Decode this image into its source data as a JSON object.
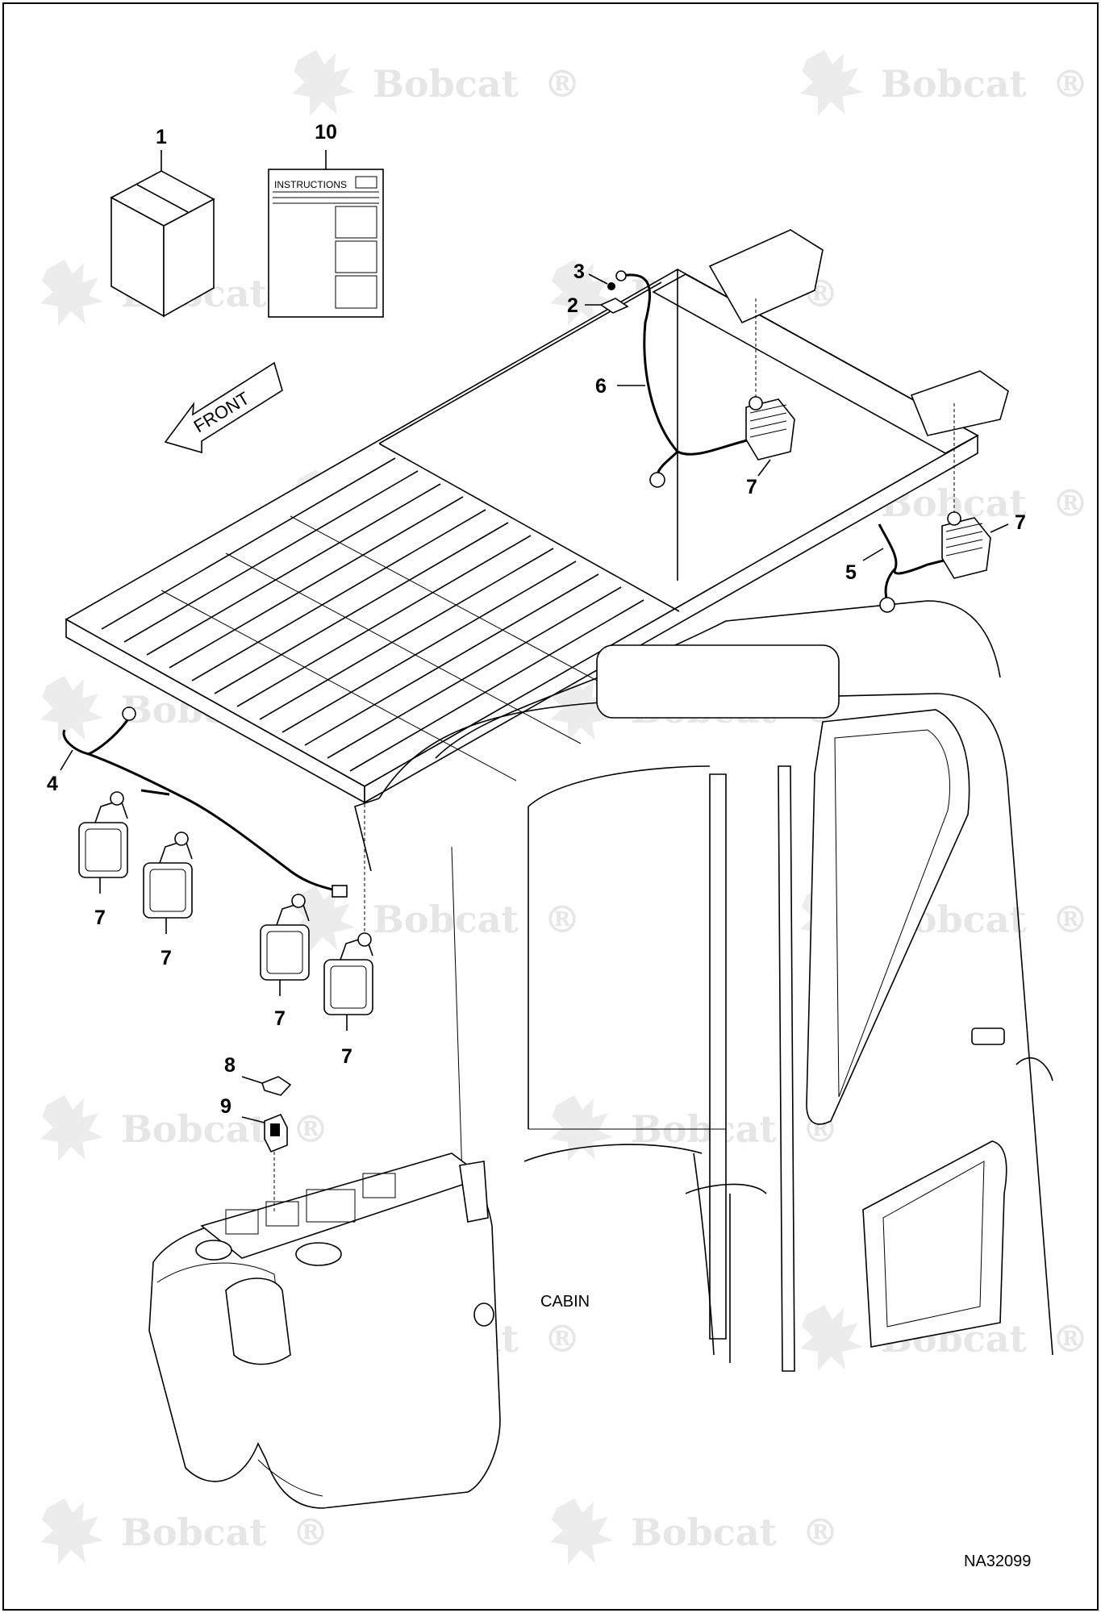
{
  "watermark": {
    "brand": "Bobcat",
    "mark": "®"
  },
  "kit_box": {
    "callout": "1"
  },
  "instructions": {
    "callout": "10",
    "header": "INSTRUCTIONS"
  },
  "front_arrow": {
    "label": "FRONT"
  },
  "callouts": {
    "fastener": "3",
    "bracket": "2",
    "harness_rear": "6",
    "harness_right": "5",
    "harness_front": "4",
    "switch_cover": "8",
    "switch": "9",
    "light_rear_top": "7",
    "light_rear_right": "7",
    "light_front_1": "7",
    "light_front_2": "7",
    "light_front_3": "7",
    "light_front_4": "7"
  },
  "cabin_label": "CABIN",
  "figure_id": "NA32099"
}
